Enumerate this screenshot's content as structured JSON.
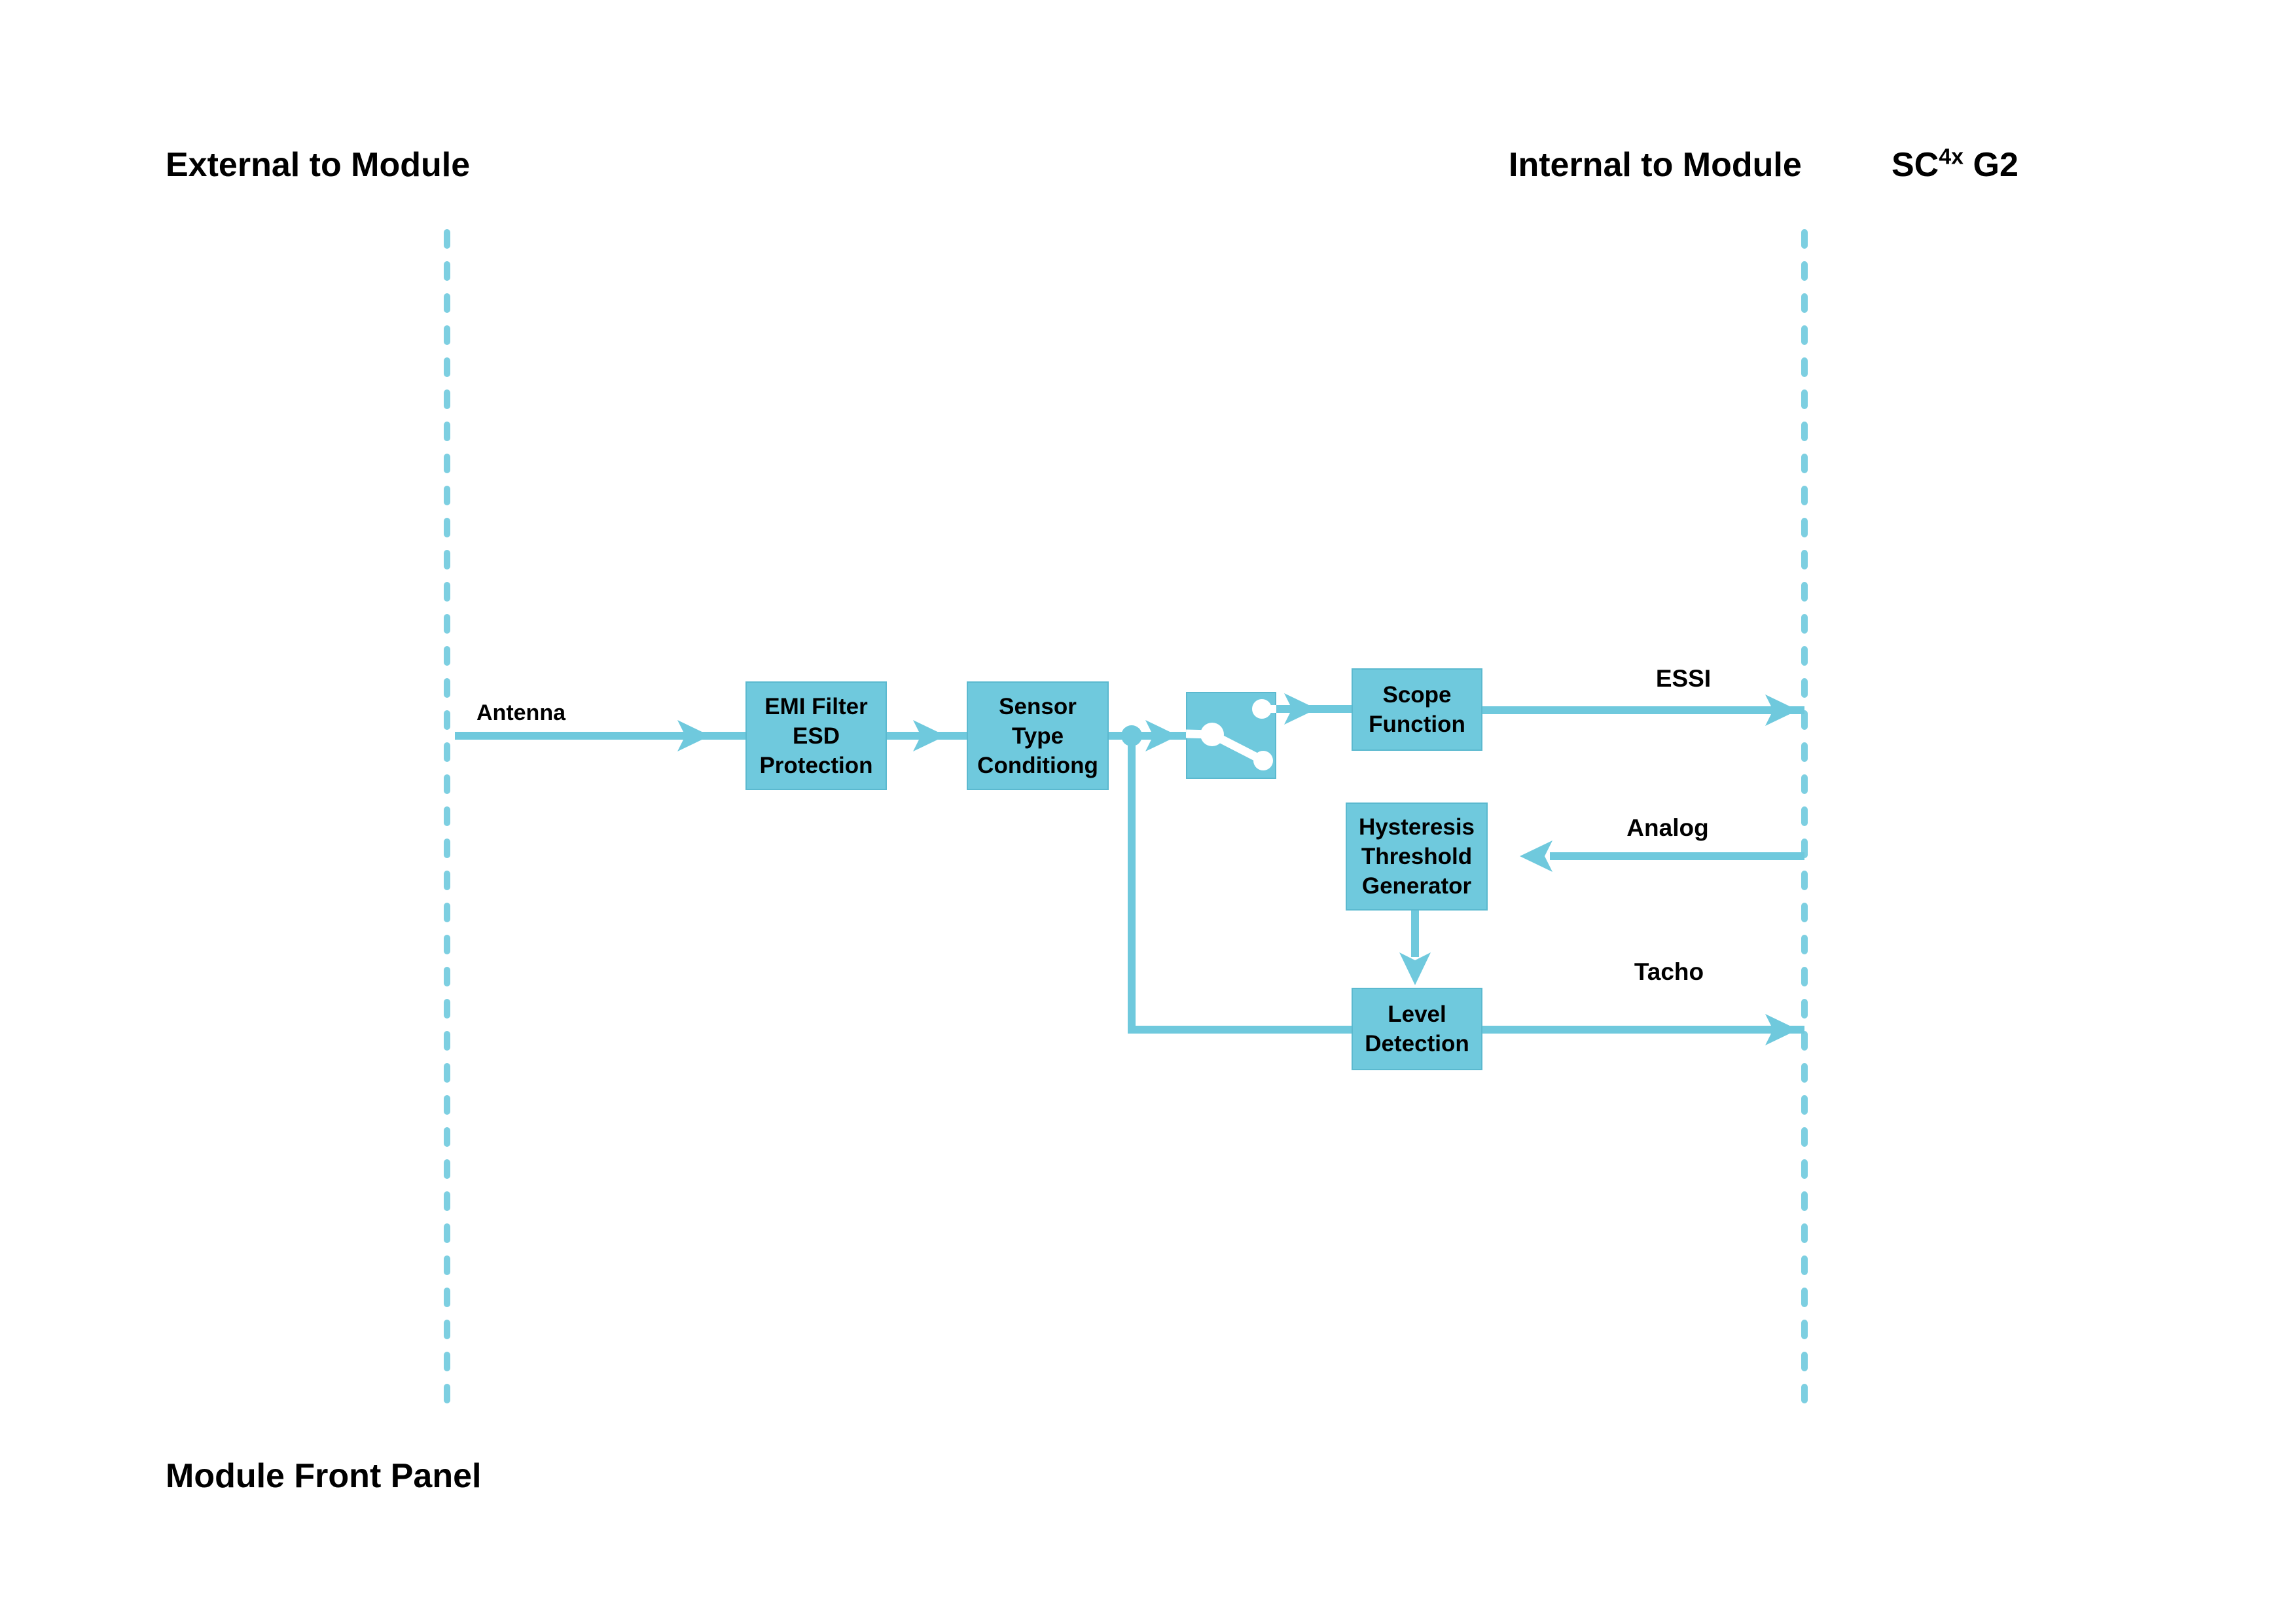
{
  "header": {
    "external_label": "External to Module",
    "internal_label": "Internal to Module",
    "product_base": "SC",
    "product_sup": "4x",
    "product_rest": " G2"
  },
  "footer": {
    "front_panel_label": "Module Front Panel"
  },
  "signals": {
    "antenna": "Antenna",
    "essi": "ESSI",
    "analog": "Analog",
    "tacho": "Tacho"
  },
  "blocks": {
    "emi_filter": {
      "lines": [
        "EMI Filter",
        "ESD",
        "Protection"
      ]
    },
    "sensor_type": {
      "lines": [
        "Sensor",
        "Type",
        "Conditiong"
      ]
    },
    "scope": {
      "lines": [
        "Scope",
        "Function"
      ]
    },
    "hysteresis": {
      "lines": [
        "Hysteresis",
        "Threshold",
        "Generator"
      ]
    },
    "level_detection": {
      "lines": [
        "Level",
        "Detection"
      ]
    },
    "switch": {
      "symbol": "spdt-switch"
    }
  },
  "colors": {
    "accent": "#6FC9DD",
    "dash": "#7DCFE1",
    "block_edge": "#5BB9CF",
    "text": "#000000",
    "background": "#FFFFFF"
  }
}
